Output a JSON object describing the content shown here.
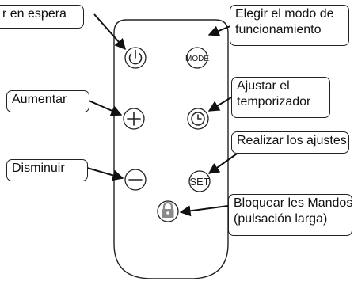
{
  "callouts": {
    "standby": "r en espera",
    "mode": [
      "Elegir el modo de",
      "funcionamiento"
    ],
    "increase": "Aumentar",
    "timer": [
      "Ajustar el",
      "temporizador"
    ],
    "settings": "Realizar los ajustes",
    "decrease": "Disminuir",
    "lock": [
      "Bloquear les Mandos",
      "(pulsación larga)"
    ]
  },
  "buttons": {
    "mode": "MODE",
    "set": "SET"
  },
  "colors": {
    "outline": "#222222",
    "button_fill": "#ffffff",
    "lock_fill": "#8a8a8a"
  }
}
